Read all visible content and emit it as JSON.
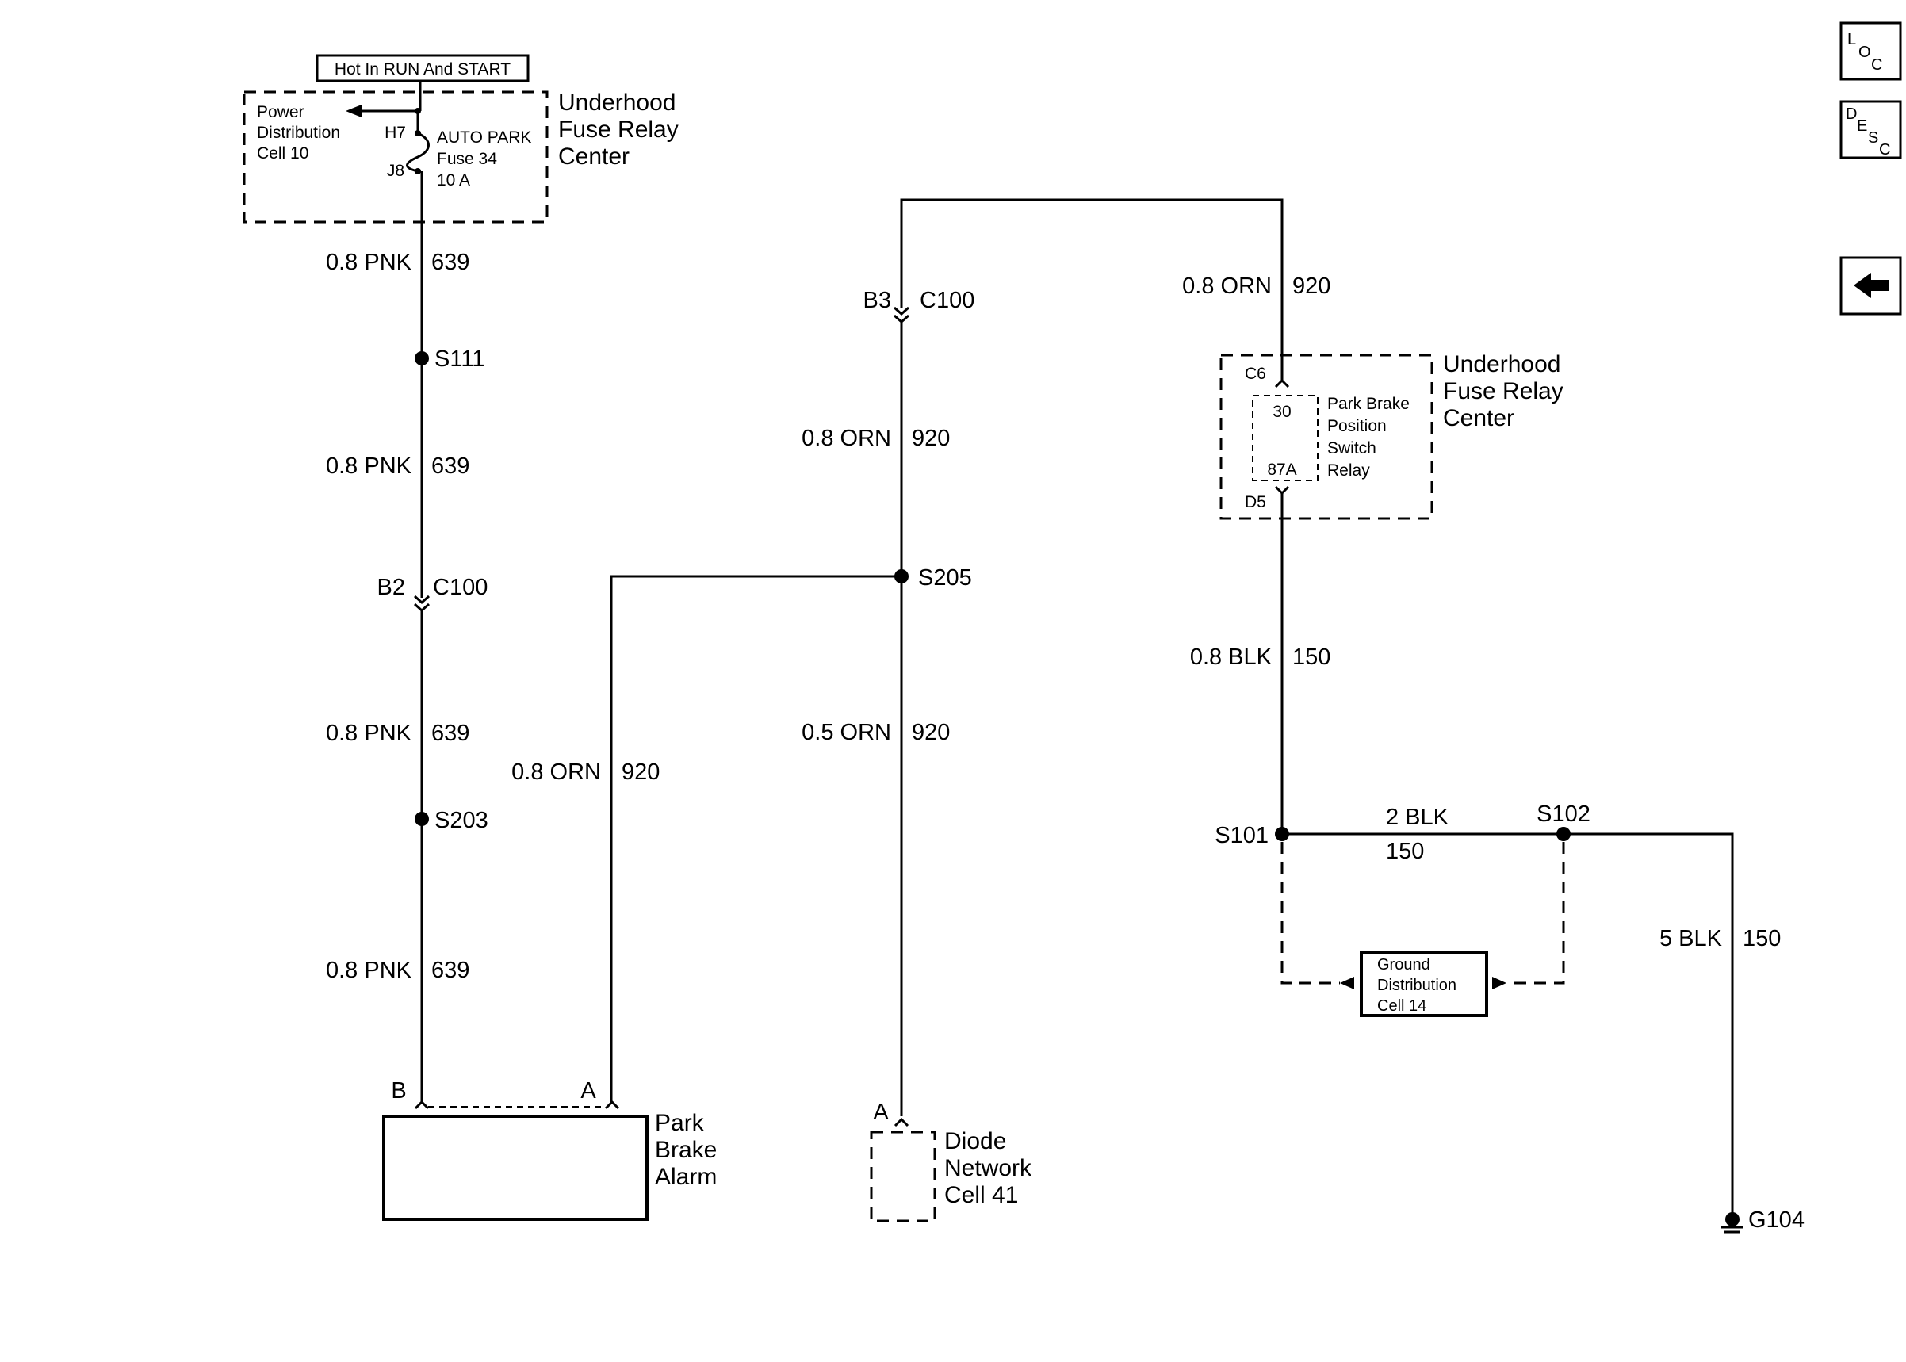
{
  "power_header": "Hot In RUN And START",
  "fuse_block": {
    "title_lines": [
      "Underhood",
      "Fuse Relay",
      "Center"
    ],
    "power_dist_lines": [
      "Power",
      "Distribution",
      "Cell 10"
    ],
    "pin_in": "H7",
    "pin_out": "J8",
    "fuse_lines": [
      "AUTO PARK",
      "Fuse 34",
      "10 A"
    ]
  },
  "left_wires": [
    {
      "gauge_color": "0.8 PNK",
      "circuit": "639"
    },
    {
      "gauge_color": "0.8 PNK",
      "circuit": "639"
    },
    {
      "gauge_color": "0.8 PNK",
      "circuit": "639"
    },
    {
      "gauge_color": "0.8 PNK",
      "circuit": "639"
    }
  ],
  "splices": {
    "s111": "S111",
    "s203": "S203",
    "s205": "S205",
    "s101": "S101",
    "s102": "S102"
  },
  "connectors": {
    "b2_pin": "B2",
    "b2_conn": "C100",
    "b3_pin": "B3",
    "b3_conn": "C100",
    "alarm_pin_b": "B",
    "alarm_pin_a": "A",
    "diode_pin_a": "A"
  },
  "orn_wires": {
    "middle_upper": {
      "gauge_color": "0.8 ORN",
      "circuit": "920"
    },
    "middle_lower": {
      "gauge_color": "0.5 ORN",
      "circuit": "920"
    },
    "alarm_feed": {
      "gauge_color": "0.8 ORN",
      "circuit": "920"
    },
    "relay_feed": {
      "gauge_color": "0.8 ORN",
      "circuit": "920"
    }
  },
  "park_brake_alarm": [
    "Park",
    "Brake",
    "Alarm"
  ],
  "diode_network": [
    "Diode",
    "Network",
    "Cell 41"
  ],
  "relay_block": {
    "title_lines": [
      "Underhood",
      "Fuse Relay",
      "Center"
    ],
    "pin_top": "C6",
    "pin_bottom": "D5",
    "term_top": "30",
    "term_bottom": "87A",
    "relay_lines": [
      "Park Brake",
      "Position",
      "Switch",
      "Relay"
    ]
  },
  "blk_wires": {
    "relay_out": {
      "gauge_color": "0.8 BLK",
      "circuit": "150"
    },
    "bus": {
      "gauge_color": "2 BLK",
      "circuit": "150"
    },
    "ground": {
      "gauge_color": "5 BLK",
      "circuit": "150"
    }
  },
  "ground_dist": [
    "Ground",
    "Distribution",
    "Cell 14"
  ],
  "ground_label": "G104",
  "nav": {
    "loc": [
      "L",
      "O",
      "C"
    ],
    "desc": [
      "D",
      "E",
      "S",
      "C"
    ],
    "back_icon": "left-arrow-icon"
  }
}
